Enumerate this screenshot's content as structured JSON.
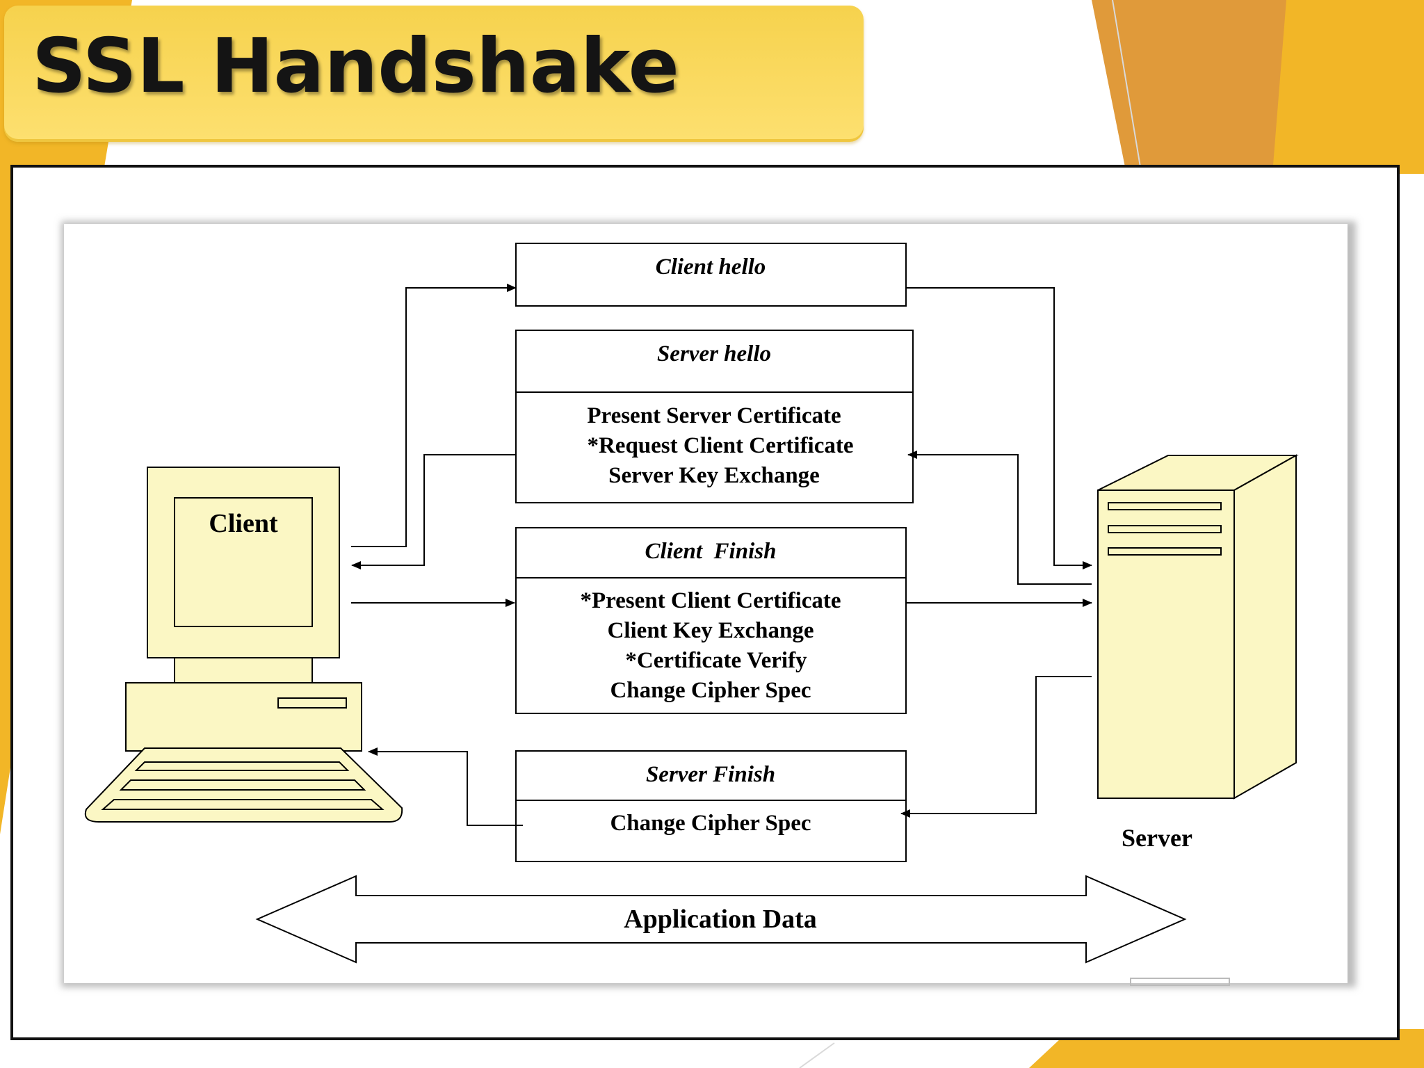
{
  "slide": {
    "title": "SSL Handshake"
  },
  "diagram": {
    "client_label": "Client",
    "server_label": "Server",
    "messages": {
      "client_hello": {
        "header": "Client hello"
      },
      "server_hello": {
        "header": "Server hello",
        "lines": [
          "Present Server Certificate",
          "*Request Client Certificate",
          "Server Key Exchange"
        ]
      },
      "client_finish": {
        "header": "Client  Finish",
        "lines": [
          "*Present Client Certificate",
          "Client Key Exchange",
          "*Certificate Verify",
          "Change Cipher Spec"
        ]
      },
      "server_finish": {
        "header": "Server Finish",
        "lines": [
          "Change Cipher Spec"
        ]
      }
    },
    "application_data_label": "Application Data"
  },
  "colors": {
    "title_bar": "#f8d65a",
    "accent_orange": "#e09a3a",
    "accent_gold": "#f2b627",
    "device_fill": "#fbf7c4"
  }
}
